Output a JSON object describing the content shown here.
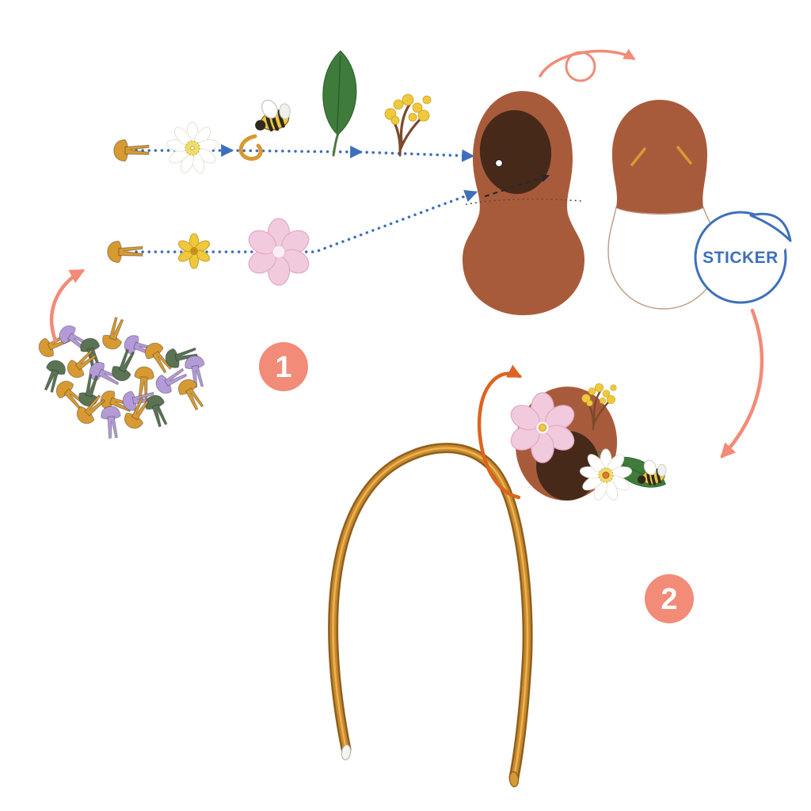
{
  "diagram": {
    "kind": "craft-assembly-instructions",
    "background": "#ffffff"
  },
  "steps": [
    {
      "number": "1"
    },
    {
      "number": "2"
    }
  ],
  "sticker_badge": {
    "label": "STICKER"
  },
  "icons": {
    "brad-icon": "split-pin paper fastener",
    "brads-pile": "pile of gold, purple and green split-pin brads",
    "daisy-icon": "white daisy paper flower",
    "bee-icon": "paper bee",
    "squiggle-icon": "yellow wire curl",
    "leaf-icon": "green paper leaf",
    "mimosa-icon": "yellow mimosa sprig on twig",
    "small-flower-icon": "small yellow paper flower",
    "pink-flower-icon": "pink paper blossom",
    "ear-front-icon": "brown felt ear, front with dark inner and brad hole",
    "ear-back-icon": "brown felt ear, back with white sticker liner and folded prongs",
    "flip-icon": "turn-over arrow",
    "sticker-icon": "peeling sticker badge",
    "guide-arrow-icon": "blue dotted assembly arrow",
    "push-arrow-icon": "black dashed push-through arrow",
    "rotate-icon": "orange rotation arrow",
    "headband-icon": "gold headband with decorated ear"
  },
  "colors": {
    "accent_salmon": "#F28B77",
    "accent_orange": "#DD6420",
    "arrow_blue": "#3E6FBA",
    "sticker_blue": "#3E6FBA",
    "felt_brown": "#A85B3B",
    "ear_inner": "#47291A",
    "leaf_green": "#3F7C3C",
    "leaf_green_dark": "#2E5D2C",
    "twig_brown": "#7A4A2B",
    "flower_yellow": "#EFC83C",
    "flower_pink": "#F2CADE",
    "flower_pink_dark": "#E3A8C7",
    "brad_gold": "#D79A33",
    "brad_purple": "#B49BD8",
    "brad_green": "#5A7355",
    "headband_gold": "#C8892E",
    "headband_dark": "#8F5E1C",
    "headband_light": "#EDB34F"
  }
}
